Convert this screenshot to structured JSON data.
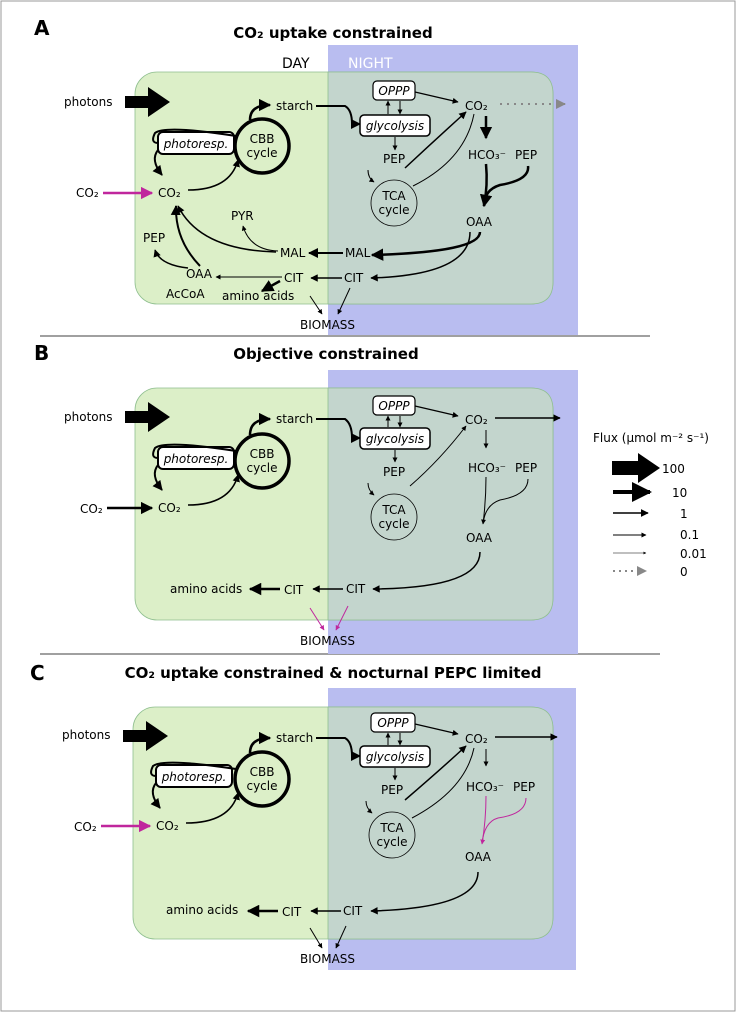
{
  "panels": [
    {
      "id": "A",
      "letter": "A",
      "title": "CO₂ uptake constrained",
      "day_label": "DAY",
      "night_label": "NIGHT",
      "nodes": {
        "photons": "photons",
        "co2_in": "CO₂",
        "co2_day": "CO₂",
        "photoresp": "photoresp.",
        "cbb": "CBB",
        "cbb2": "cycle",
        "starch": "starch",
        "oppp": "OPPP",
        "glycolysis": "glycolysis",
        "pep_night": "PEP",
        "co2_night": "CO₂",
        "hco3": "HCO₃⁻",
        "pep2": "PEP",
        "tca": "TCA",
        "tca2": "cycle",
        "oaa_night": "OAA",
        "pyr": "PYR",
        "mal_day": "MAL",
        "mal_night": "MAL",
        "pep_day": "PEP",
        "oaa_day": "OAA",
        "accoa": "AcCoA",
        "cit_day": "CIT",
        "cit_night": "CIT",
        "amino": "amino acids",
        "biomass": "BIOMASS"
      }
    },
    {
      "id": "B",
      "letter": "B",
      "title": "Objective constrained",
      "nodes": {
        "photons": "photons",
        "co2_in": "CO₂",
        "co2_day": "CO₂",
        "photoresp": "photoresp.",
        "cbb": "CBB",
        "cbb2": "cycle",
        "starch": "starch",
        "oppp": "OPPP",
        "glycolysis": "glycolysis",
        "pep_night": "PEP",
        "co2_night": "CO₂",
        "hco3": "HCO₃⁻",
        "pep2": "PEP",
        "tca": "TCA",
        "tca2": "cycle",
        "oaa_night": "OAA",
        "cit_day": "CIT",
        "cit_night": "CIT",
        "amino": "amino acids",
        "biomass": "BIOMASS"
      }
    },
    {
      "id": "C",
      "letter": "C",
      "title": "CO₂ uptake constrained & nocturnal PEPC limited",
      "nodes": {
        "photons": "photons",
        "co2_in": "CO₂",
        "co2_day": "CO₂",
        "photoresp": "photoresp.",
        "cbb": "CBB",
        "cbb2": "cycle",
        "starch": "starch",
        "oppp": "OPPP",
        "glycolysis": "glycolysis",
        "pep_night": "PEP",
        "co2_night": "CO₂",
        "hco3": "HCO₃⁻",
        "pep2": "PEP",
        "tca": "TCA",
        "tca2": "cycle",
        "oaa_night": "OAA",
        "cit_day": "CIT",
        "cit_night": "CIT",
        "amino": "amino acids",
        "biomass": "BIOMASS"
      }
    }
  ],
  "legend": {
    "title": "Flux (µmol m⁻² s⁻¹)",
    "items": [
      {
        "label": "100"
      },
      {
        "label": "10"
      },
      {
        "label": "1"
      },
      {
        "label": "0.1"
      },
      {
        "label": "0.01"
      },
      {
        "label": "0"
      }
    ]
  },
  "colors": {
    "day_fill": "#dcefc8",
    "night_fill": "#b9bdf0",
    "overlap_fill": "#c3d5cd",
    "magenta": "#c0269d",
    "gray_dotted": "#888888"
  }
}
